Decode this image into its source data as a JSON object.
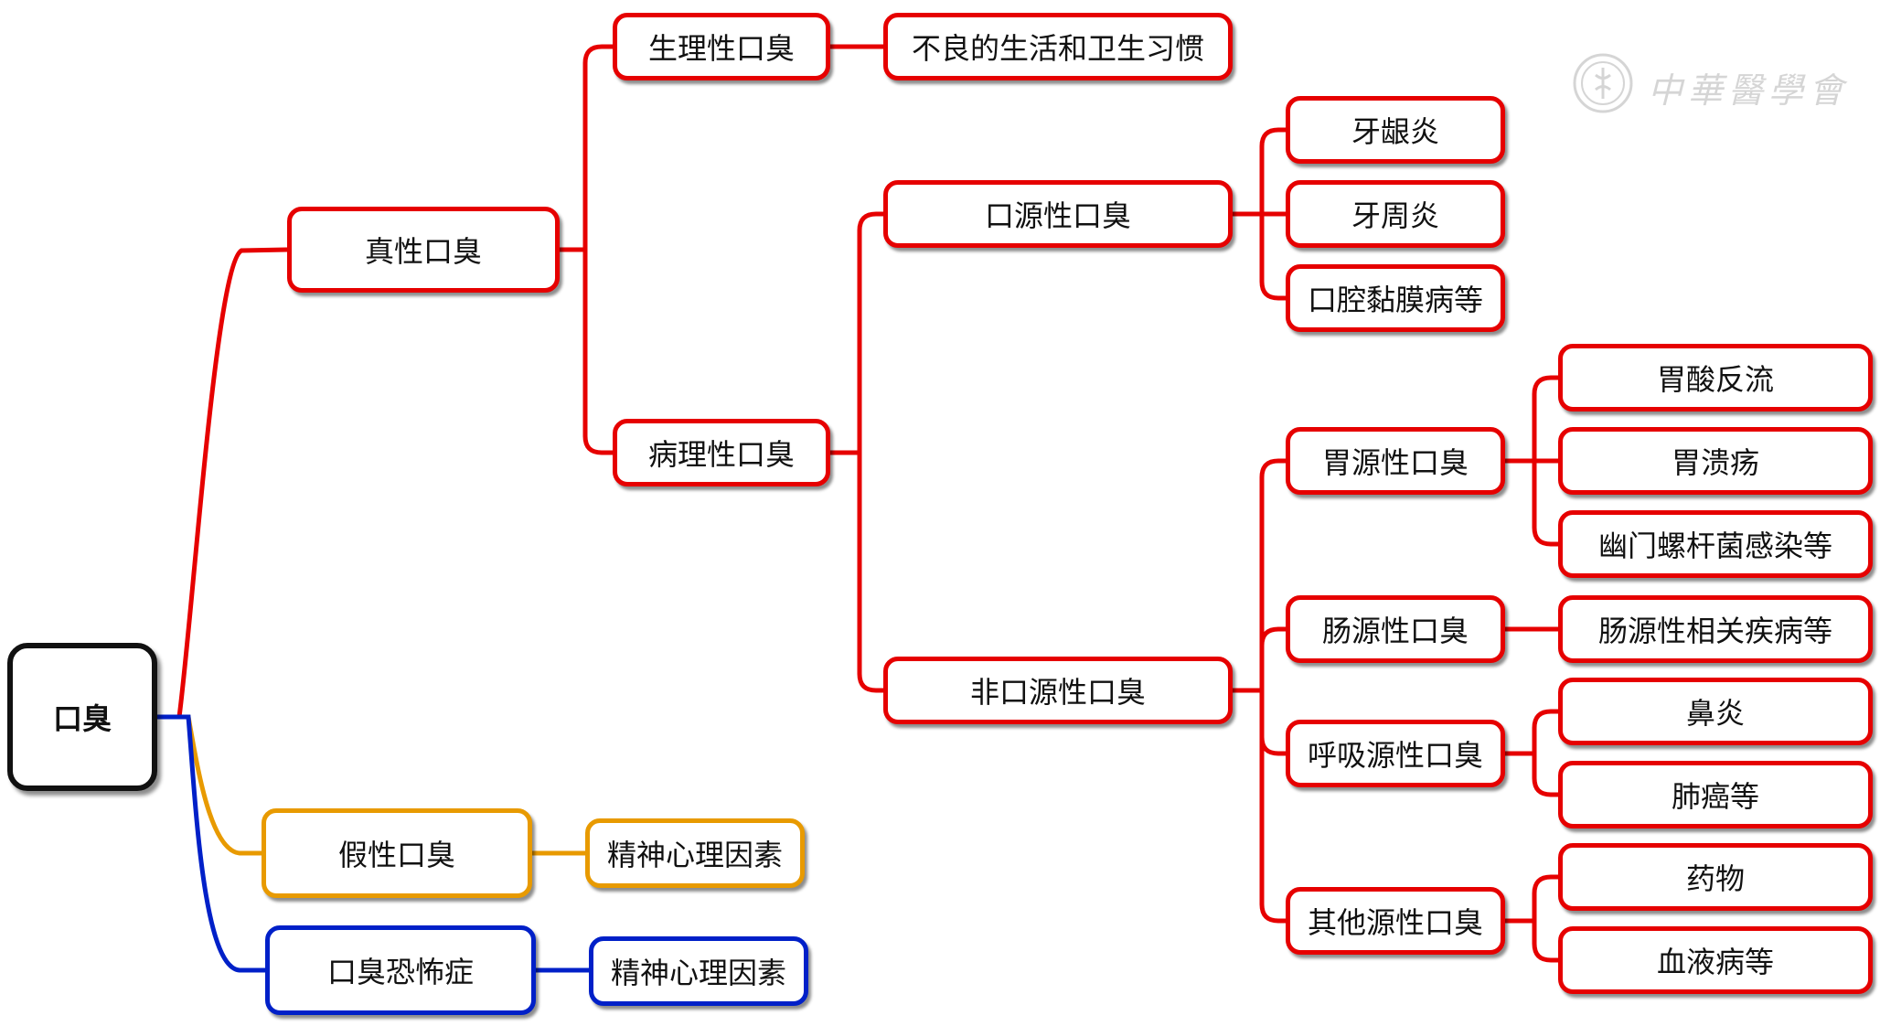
{
  "diagram": {
    "root": "口臭",
    "colors": {
      "true": "#e60000",
      "pseudo": "#e89a00",
      "phobia": "#0020c8",
      "root": "#111111"
    },
    "nodes": {
      "genuine": "真性口臭",
      "physiological": "生理性口臭",
      "bad_habits": "不良的生活和卫生习惯",
      "pathological": "病理性口臭",
      "oral_source": "口源性口臭",
      "gingivitis": "牙龈炎",
      "periodontitis": "牙周炎",
      "oral_mucosa": "口腔黏膜病等",
      "non_oral_source": "非口源性口臭",
      "gastric_source": "胃源性口臭",
      "acid_reflux": "胃酸反流",
      "gastric_ulcer": "胃溃疡",
      "h_pylori": "幽门螺杆菌感染等",
      "intestinal_source": "肠源性口臭",
      "intestinal_diseases": "肠源性相关疾病等",
      "respiratory_source": "呼吸源性口臭",
      "rhinitis": "鼻炎",
      "lung_cancer": "肺癌等",
      "other_source": "其他源性口臭",
      "drugs": "药物",
      "blood_diseases": "血液病等",
      "pseudo": "假性口臭",
      "pseudo_cause": "精神心理因素",
      "phobia": "口臭恐怖症",
      "phobia_cause": "精神心理因素"
    }
  },
  "watermark": {
    "text": "中華醫學會",
    "icon": "society-emblem-icon"
  }
}
